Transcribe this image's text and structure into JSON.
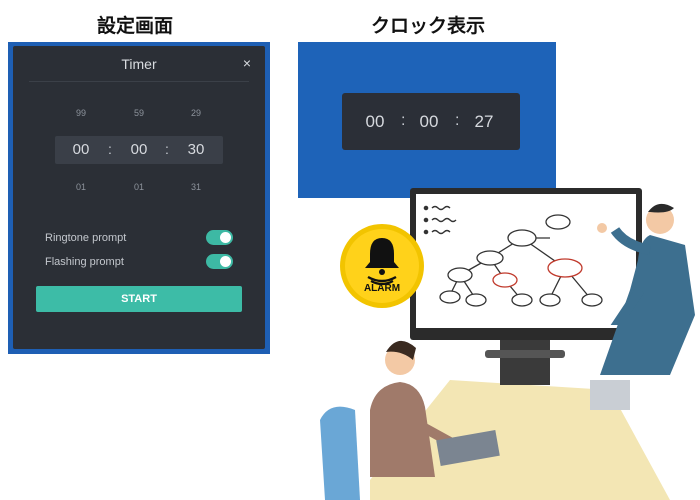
{
  "captions": {
    "settings": "設定画面",
    "clock": "クロック表示"
  },
  "timer": {
    "title": "Timer",
    "close_label": "×",
    "above": [
      "99",
      "59",
      "29"
    ],
    "current": [
      "00",
      "00",
      "30"
    ],
    "below": [
      "01",
      "01",
      "31"
    ],
    "separator": ":",
    "options": {
      "ringtone_label": "Ringtone prompt",
      "ringtone_on": true,
      "flashing_label": "Flashing prompt",
      "flashing_on": true
    },
    "start_label": "START"
  },
  "clock_display": {
    "hours": "00",
    "minutes": "00",
    "seconds": "27",
    "separator": ":"
  },
  "illustration": {
    "alarm_label": "ALARM"
  },
  "colors": {
    "accent": "#3dbca7",
    "panel_bg": "#2b2f36",
    "frame_blue": "#1e63b8"
  }
}
